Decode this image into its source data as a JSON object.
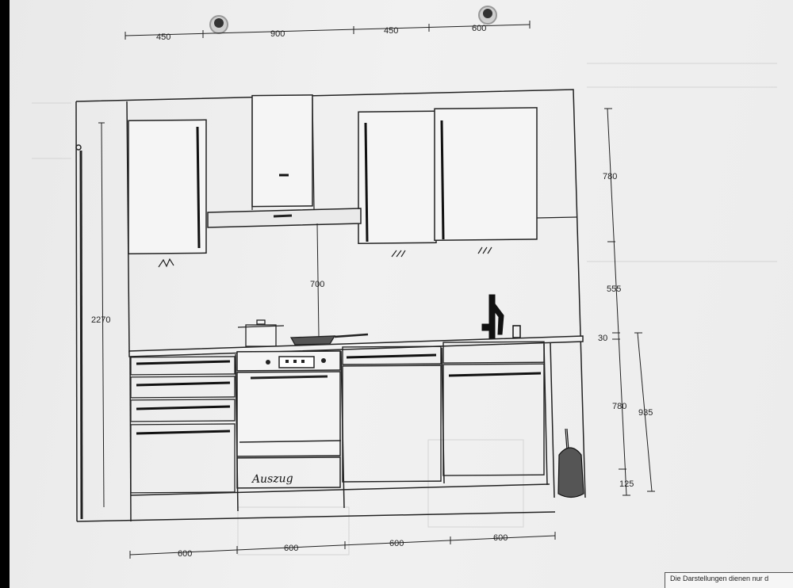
{
  "diagram": {
    "top_dimensions": [
      "450",
      "900",
      "450",
      "600"
    ],
    "bottom_dimensions": [
      "600",
      "600",
      "600",
      "600"
    ],
    "left_height": "2270",
    "hood_height": "700",
    "right_dimensions": [
      "780",
      "555",
      "30",
      "780",
      "125"
    ],
    "base_total": "935",
    "drawer_note": "Auszug"
  },
  "footer": {
    "note": "Die Darstellungen dienen nur d"
  }
}
